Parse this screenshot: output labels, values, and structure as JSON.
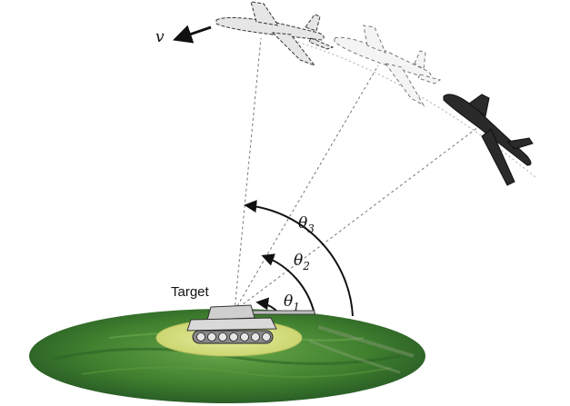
{
  "labels": {
    "target": "Target",
    "velocity": "v",
    "theta": "θ",
    "theta_subscripts": [
      "1",
      "2",
      "3"
    ]
  },
  "colors": {
    "ground_dark": "#1f4d22",
    "ground_mid": "#3f7f2e",
    "ground_light": "#6aa84a",
    "target_zone": "#d8e08a",
    "aircraft_solid": "#2a2a2a",
    "aircraft_ghost": "#e6e6e6",
    "arc": "#111111",
    "sightline": "#777777"
  },
  "icons": [
    "aircraft-icon",
    "tank-icon",
    "velocity-arrow-icon"
  ]
}
